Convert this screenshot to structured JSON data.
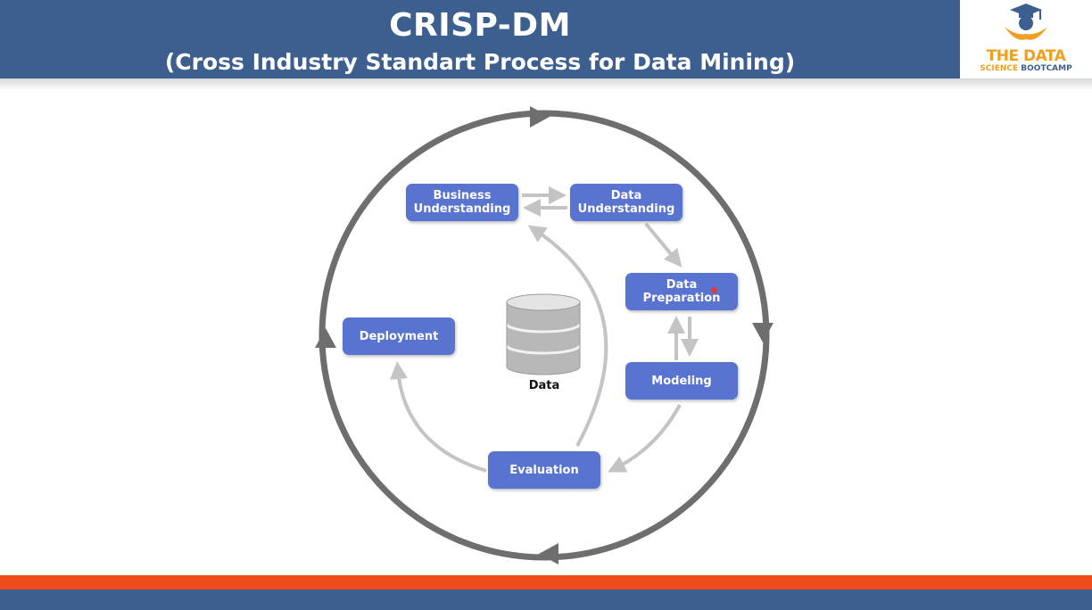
{
  "header": {
    "title": "CRISP-DM",
    "subtitle": "(Cross Industry Standart Process for Data Mining)"
  },
  "logo": {
    "line1": "THE DATA",
    "line2_part1": "SCIENCE",
    "line2_part2": "BOOTCAMP"
  },
  "diagram": {
    "phases": {
      "business_understanding": "Business\nUnderstanding",
      "data_understanding": "Data\nUnderstanding",
      "data_preparation": "Data\nPreparation",
      "modeling": "Modeling",
      "evaluation": "Evaluation",
      "deployment": "Deployment"
    },
    "center_label": "Data"
  },
  "colors": {
    "header_bg": "#3d5f8f",
    "box_fill": "#5873d0",
    "outer_cycle": "#6e6e6e",
    "inner_arrows": "#c4c4c4",
    "footer_orange": "#ee4c1a",
    "logo_orange": "#f0a020"
  }
}
